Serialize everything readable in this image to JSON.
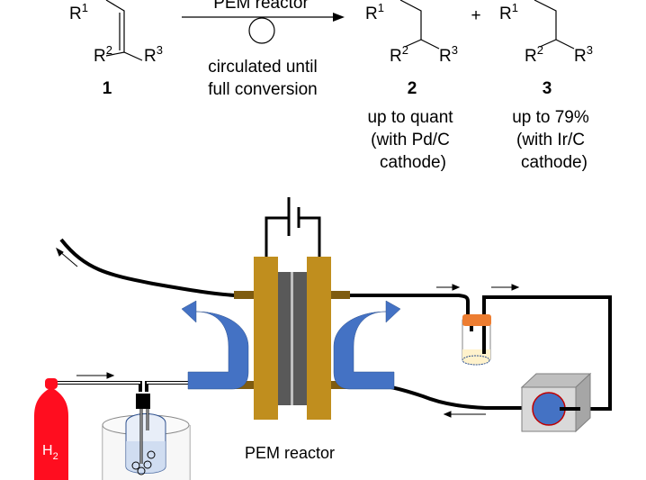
{
  "scheme": {
    "reactant": {
      "number": "1",
      "substituents": [
        "R",
        "R",
        "R"
      ],
      "sup": [
        "1",
        "2",
        "3"
      ]
    },
    "arrow": {
      "above": "PEM reactor",
      "below_line1": "circulated until",
      "below_line2": "full conversion"
    },
    "plus": "+",
    "product2": {
      "number": "2",
      "line1": "up to quant",
      "line2": "(with Pd/C",
      "line3": "cathode)"
    },
    "product3": {
      "number": "3",
      "line1": "up to 79%",
      "line2": "(with Ir/C",
      "line3": "cathode)"
    }
  },
  "apparatus": {
    "gas_cylinder_label": "H",
    "gas_cylinder_sub": "2",
    "reactor_label": "PEM reactor",
    "colors": {
      "cylinder": "#ff0d1f",
      "plates": "#c08e1e",
      "connectors": "#7f5c10",
      "membrane": "#595959",
      "arrows": "#4472c4",
      "vial_cap": "#ed7d31",
      "pump_head": "#4472c4",
      "pump_ring": "#c00000",
      "pump_box": "#d9d9d9"
    }
  }
}
